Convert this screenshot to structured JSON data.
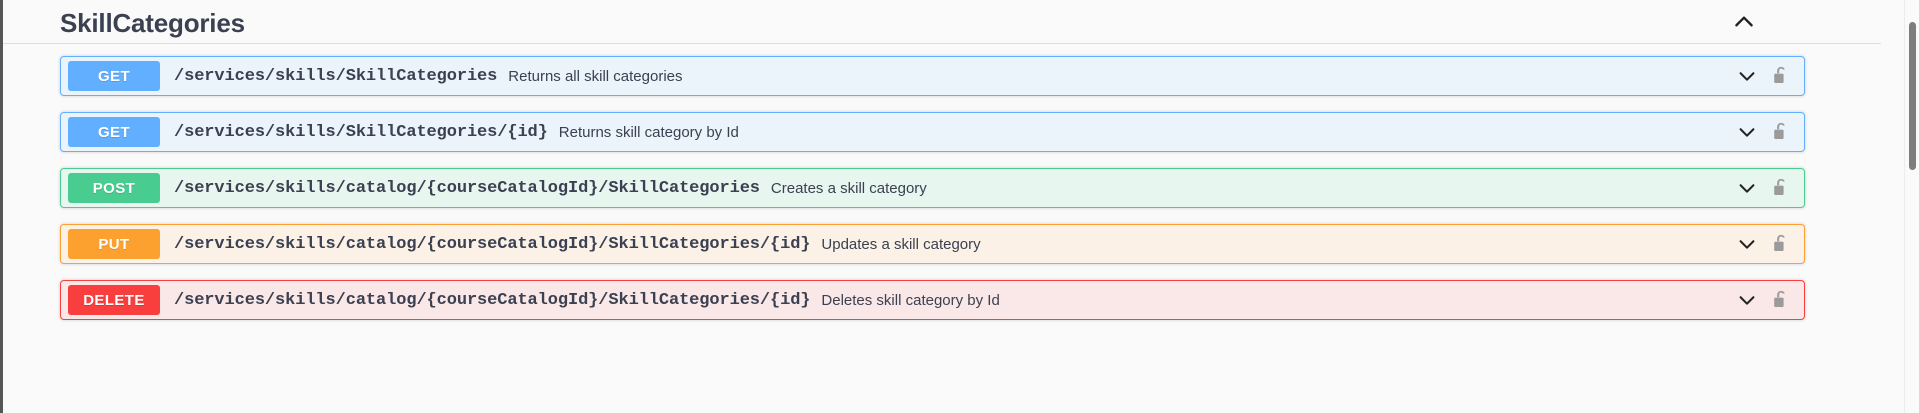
{
  "section": {
    "title": "SkillCategories",
    "collapse_icon": "chevron-up-icon",
    "expanded": true
  },
  "operations": [
    {
      "method": "GET",
      "method_color": "#61affe",
      "block_bg": "#ebf3fb",
      "path": "/services/skills/SkillCategories",
      "description": "Returns all skill categories",
      "expand_icon": "chevron-down-icon",
      "auth_icon": "unlocked-padlock-icon"
    },
    {
      "method": "GET",
      "method_color": "#61affe",
      "block_bg": "#ebf3fb",
      "path": "/services/skills/SkillCategories/{id}",
      "description": "Returns skill category by Id",
      "expand_icon": "chevron-down-icon",
      "auth_icon": "unlocked-padlock-icon"
    },
    {
      "method": "POST",
      "method_color": "#49cc90",
      "block_bg": "#e8f6f0",
      "path": "/services/skills/catalog/{courseCatalogId}/SkillCategories",
      "description": "Creates a skill category",
      "expand_icon": "chevron-down-icon",
      "auth_icon": "unlocked-padlock-icon"
    },
    {
      "method": "PUT",
      "method_color": "#fca130",
      "block_bg": "#fbf1e6",
      "path": "/services/skills/catalog/{courseCatalogId}/SkillCategories/{id}",
      "description": "Updates a skill category",
      "expand_icon": "chevron-down-icon",
      "auth_icon": "unlocked-padlock-icon"
    },
    {
      "method": "DELETE",
      "method_color": "#f93e3e",
      "block_bg": "#fae7e7",
      "path": "/services/skills/catalog/{courseCatalogId}/SkillCategories/{id}",
      "description": "Deletes skill category by Id",
      "expand_icon": "chevron-down-icon",
      "auth_icon": "unlocked-padlock-icon"
    }
  ],
  "scrollbar": {
    "name": "vertical-scrollbar",
    "thumb_top_pct": 5,
    "thumb_height_pct": 36
  }
}
